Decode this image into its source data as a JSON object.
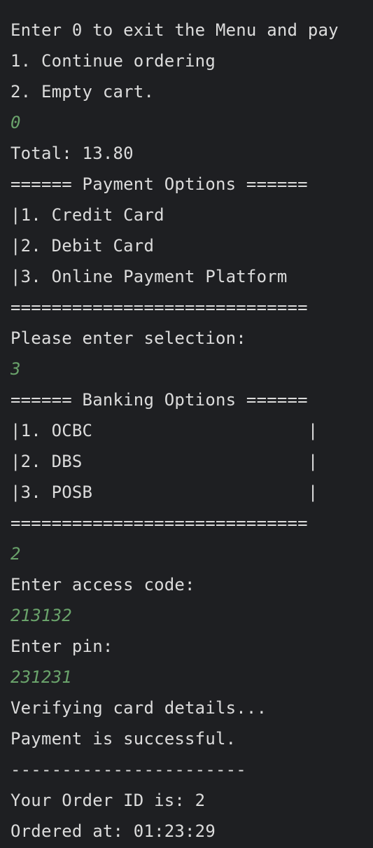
{
  "console": {
    "colors": {
      "background": "#1e1f22",
      "output_text": "#dcdcdc",
      "user_input": "#6aa36b"
    },
    "lines": [
      {
        "text": "Enter 0 to exit the Menu and pay",
        "kind": "output"
      },
      {
        "text": "1. Continue ordering",
        "kind": "output"
      },
      {
        "text": "2. Empty cart.",
        "kind": "output"
      },
      {
        "text": "0",
        "kind": "input"
      },
      {
        "text": "Total: 13.80",
        "kind": "output"
      },
      {
        "text": "====== Payment Options ======",
        "kind": "output"
      },
      {
        "text": "|1. Credit Card",
        "kind": "output"
      },
      {
        "text": "|2. Debit Card",
        "kind": "output"
      },
      {
        "text": "|3. Online Payment Platform",
        "kind": "output"
      },
      {
        "text": "=============================",
        "kind": "output"
      },
      {
        "text": "Please enter selection:",
        "kind": "output"
      },
      {
        "text": "3",
        "kind": "input"
      },
      {
        "text": "====== Banking Options ======",
        "kind": "output"
      },
      {
        "text": "|1. OCBC                     |",
        "kind": "output"
      },
      {
        "text": "|2. DBS                      |",
        "kind": "output"
      },
      {
        "text": "|3. POSB                     |",
        "kind": "output"
      },
      {
        "text": "=============================",
        "kind": "output"
      },
      {
        "text": "2",
        "kind": "input"
      },
      {
        "text": "Enter access code:",
        "kind": "output"
      },
      {
        "text": "213132",
        "kind": "input"
      },
      {
        "text": "Enter pin:",
        "kind": "output"
      },
      {
        "text": "231231",
        "kind": "input"
      },
      {
        "text": "Verifying card details...",
        "kind": "output"
      },
      {
        "text": "Payment is successful.",
        "kind": "output"
      },
      {
        "text": "-----------------------",
        "kind": "output"
      },
      {
        "text": "Your Order ID is: 2",
        "kind": "output"
      },
      {
        "text": "Ordered at: 01:23:29",
        "kind": "output"
      }
    ]
  }
}
